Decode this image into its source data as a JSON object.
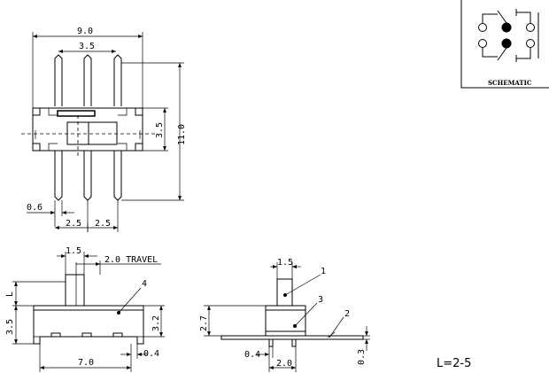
{
  "top_view": {
    "dim_width": "9.0",
    "dim_pin_span": "3.5",
    "dim_height": "11.0",
    "dim_body": "3.5",
    "dim_pin_width": "0.6",
    "dim_pitch_left": "2.5",
    "dim_pitch_right": "2.5"
  },
  "front_view": {
    "dim_actuator": "1.5",
    "travel": "2.0 TRAVEL",
    "dim_L": "L",
    "dim_height": "3.5",
    "dim_body_height": "3.2",
    "dim_length": "7.0",
    "dim_tab": "0.4",
    "callout": "4"
  },
  "side_view": {
    "dim_actuator": "1.5",
    "dim_height": "2.7",
    "dim_pin": "0.4",
    "dim_base": "2.0",
    "dim_thickness": "0.3",
    "callout_1": "1",
    "callout_2": "2",
    "callout_3": "3"
  },
  "schematic": {
    "label": "SCHEMATIC"
  },
  "parameter": "L=2-5"
}
